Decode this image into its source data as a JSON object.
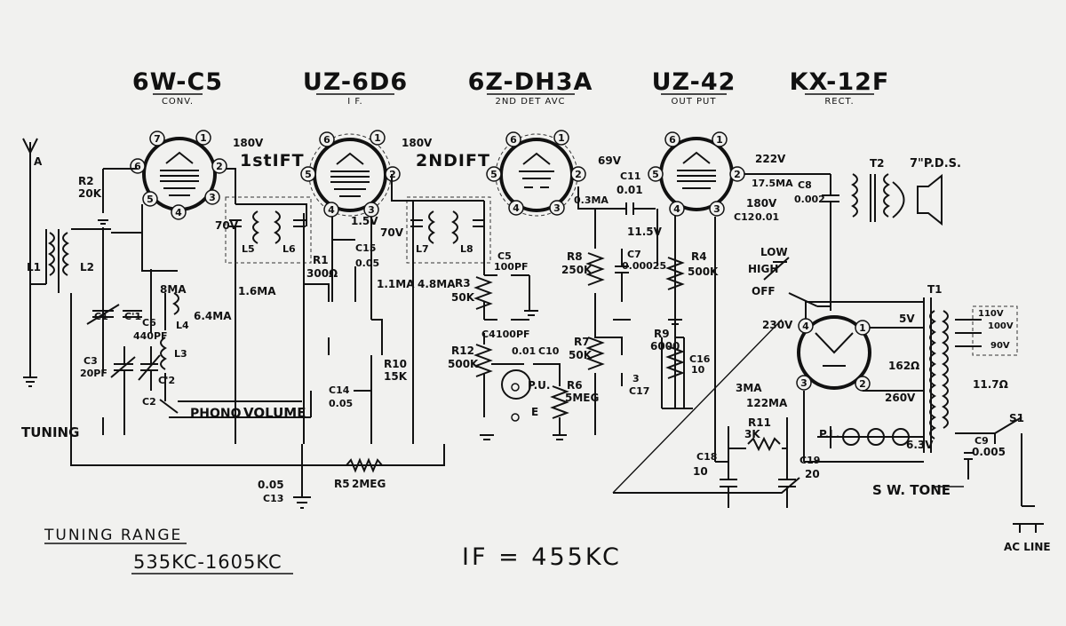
{
  "tubes": [
    {
      "type": "6W-C5",
      "function": "CONV."
    },
    {
      "type": "UZ-6D6",
      "function": "I F."
    },
    {
      "type": "6Z-DH3A",
      "function": "2ND DET AVC"
    },
    {
      "type": "UZ-42",
      "function": "OUT PUT"
    },
    {
      "type": "KX-12F",
      "function": "RECT."
    }
  ],
  "transformers": {
    "ift1": "1stIFT",
    "ift2": "2NDIFT",
    "t1": "T1",
    "t2": "T2"
  },
  "coils": {
    "l1": "L1",
    "l2": "L2",
    "l3": "L3",
    "l4": "L4",
    "l5": "L5",
    "l6": "L6",
    "l7": "L7",
    "l8": "L8"
  },
  "resistors": {
    "r1": "R1",
    "r1_val": "300Ω",
    "r2": "R2",
    "r2_val": "20K",
    "r3": "R3",
    "r3_val": "50K",
    "r4": "R4",
    "r4_val": "500K",
    "r5": "R5",
    "r5_val": "2MEG",
    "r6": "R6",
    "r6_val": "5MEG",
    "r7": "R7",
    "r7_val": "50K",
    "r8": "R8",
    "r8_val": "250K",
    "r9": "R9",
    "r9_val": "6000",
    "r10": "R10",
    "r10_val": "15K",
    "r11": "R11",
    "r11_val": "3K",
    "r12": "R12",
    "r12_val": "500K"
  },
  "capacitors": {
    "c1": "C1",
    "c1b": "C'1",
    "c2": "C2",
    "c2b": "C'2",
    "c3": "C3",
    "c3_val": "20PF",
    "c4": "C4",
    "c4_val": "100PF",
    "c5": "C5",
    "c5_val": "100PF",
    "c6": "C6",
    "c6_val": "440PF",
    "c7": "C7",
    "c7_val": "0.00025",
    "c8": "C8",
    "c8_val": "0.002",
    "c9": "C9",
    "c9_val": "0.005",
    "c10": "C10",
    "c10_val": "0.01",
    "c11": "C11",
    "c11_val": "0.01",
    "c12": "C12",
    "c12_val": "0.01",
    "c13": "C13",
    "c13_val": "0.05",
    "c14": "C14",
    "c14_val": "0.05",
    "c15": "C15",
    "c15_val": "0.05",
    "c16": "C16",
    "c16_val": "10",
    "c17": "C17",
    "c17_val": "3",
    "c18": "C18",
    "c18_val": "10",
    "c19": "C19",
    "c19_val": "20"
  },
  "voltages": {
    "v180a": "180V",
    "v180b": "180V",
    "v180c": "180V",
    "v70a": "70V",
    "v70b": "70V",
    "v69": "69V",
    "v222": "222V",
    "v1_5": "1.5V",
    "v11_5": "11.5V",
    "v230": "230V",
    "v260": "260V",
    "v5": "5V",
    "v6_3": "6.3V",
    "v110": "110V",
    "v100": "100V",
    "v90": "90V"
  },
  "currents": {
    "i8": "8MA",
    "i6_4": "6.4MA",
    "i1_6": "1.6MA",
    "i1_1": "1.1MA",
    "i4_8": "4.8MA",
    "i0_3": "0.3MA",
    "i17_5": "17.5MA",
    "i3": "3MA",
    "i122": "122MA"
  },
  "misc": {
    "antenna": "A",
    "tuning": "TUNING",
    "phono": "PHONO",
    "volume": "VOLUME",
    "pu": "P.U.",
    "e": "E",
    "pl": "P.L.",
    "s1": "S1",
    "sw_tone": "S W. TONE",
    "ac_line": "AC LINE",
    "speaker": "7\"P.D.S.",
    "low": "LOW",
    "high": "HIGH",
    "off": "OFF",
    "ohm162": "162Ω",
    "ohm11_7": "11.7Ω"
  },
  "footer": {
    "tuning_range_label": "TUNING RANGE",
    "tuning_range_value": "535KC-1605KC",
    "if": "IF = 455KC"
  }
}
